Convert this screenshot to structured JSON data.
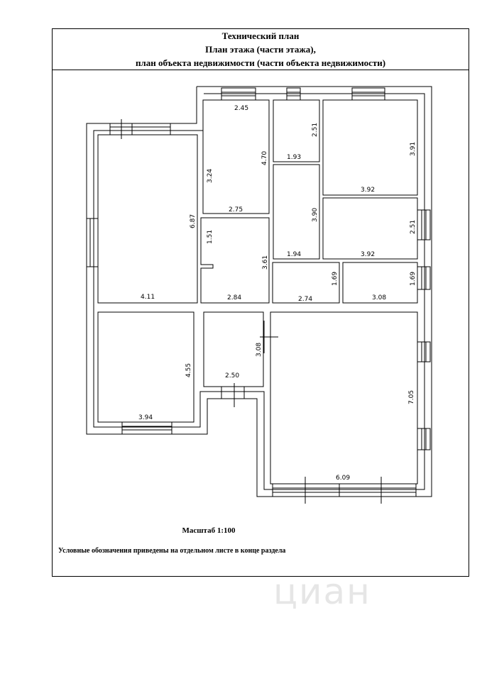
{
  "header": {
    "line1": "Технический план",
    "line2": "План этажа (части этажа),",
    "line3": "план объекта недвижимости (части объекта недвижимости)"
  },
  "footer": {
    "scale": "Масштаб 1:100",
    "legend_note": "Условные обозначения приведены на отдельном листе в конце раздела"
  },
  "watermark": "циан",
  "dimensions": {
    "d245": "2.45",
    "d470": "4.70",
    "d324": "3.24",
    "d275": "2.75",
    "d251a": "2.51",
    "d193": "1.93",
    "d391": "3.91",
    "d392a": "3.92",
    "d390": "3.90",
    "d194": "1.94",
    "d251b": "2.51",
    "d392b": "3.92",
    "d687": "6.87",
    "d411": "4.11",
    "d151": "1.51",
    "d361": "3.61",
    "d284": "2.84",
    "d169a": "1.69",
    "d274": "2.74",
    "d169b": "1.69",
    "d308a": "3.08",
    "d455": "4.55",
    "d394": "3.94",
    "d308b": "3.08",
    "d250": "2.50",
    "d705": "7.05",
    "d609": "6.09"
  }
}
